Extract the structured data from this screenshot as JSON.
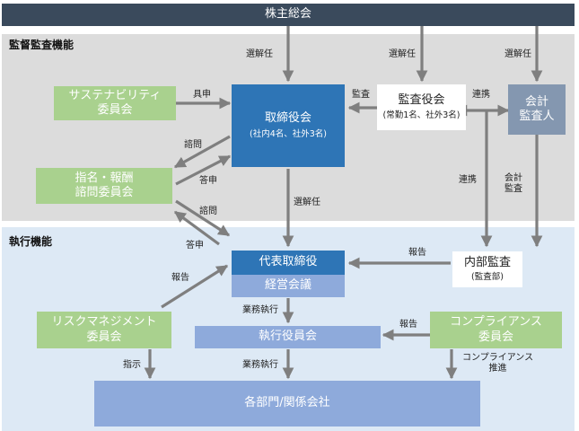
{
  "shareholders_meeting": "株主総会",
  "sections": {
    "supervision": "監督監査機能",
    "execution": "執行機能"
  },
  "boxes": {
    "sustainability": [
      "サステナビリティ",
      "委員会"
    ],
    "board": {
      "title": "取締役会",
      "sub": "(社内4名、社外3名)"
    },
    "audit_board": {
      "title": "監査役会",
      "sub": "(常勤1名、社外3名)"
    },
    "accounting_auditor": [
      "会計",
      "監査人"
    ],
    "nomination": [
      "指名・報酬",
      "諮問委員会"
    ],
    "representative": "代表取締役",
    "management_meeting": "経営会議",
    "internal_audit": {
      "title": "内部監査",
      "sub": "(監査部)"
    },
    "risk": [
      "リスクマネジメント",
      "委員会"
    ],
    "executive_committee": "執行役員会",
    "compliance": [
      "コンプライアンス",
      "委員会"
    ],
    "departments": "各部門/関係会社"
  },
  "labels": {
    "appoint_dismiss": "選解任",
    "report_up": "具申",
    "audit": "監査",
    "cooperation": "連携",
    "inquiry": "諮問",
    "answer": "答申",
    "appointment": "選解任",
    "report": "報告",
    "accounting_audit": [
      "会計",
      "監査"
    ],
    "business_execution": "業務執行",
    "instruction": "指示",
    "compliance_promotion": [
      "コンプライアンス",
      "推進"
    ]
  },
  "colors": {
    "header": "#3a4a5c",
    "board": "#2e75b6",
    "light_blue": "#8eaadb",
    "accounting": "#8497b0",
    "green": "#a9d18e",
    "arrow": "#7f7f7f"
  }
}
